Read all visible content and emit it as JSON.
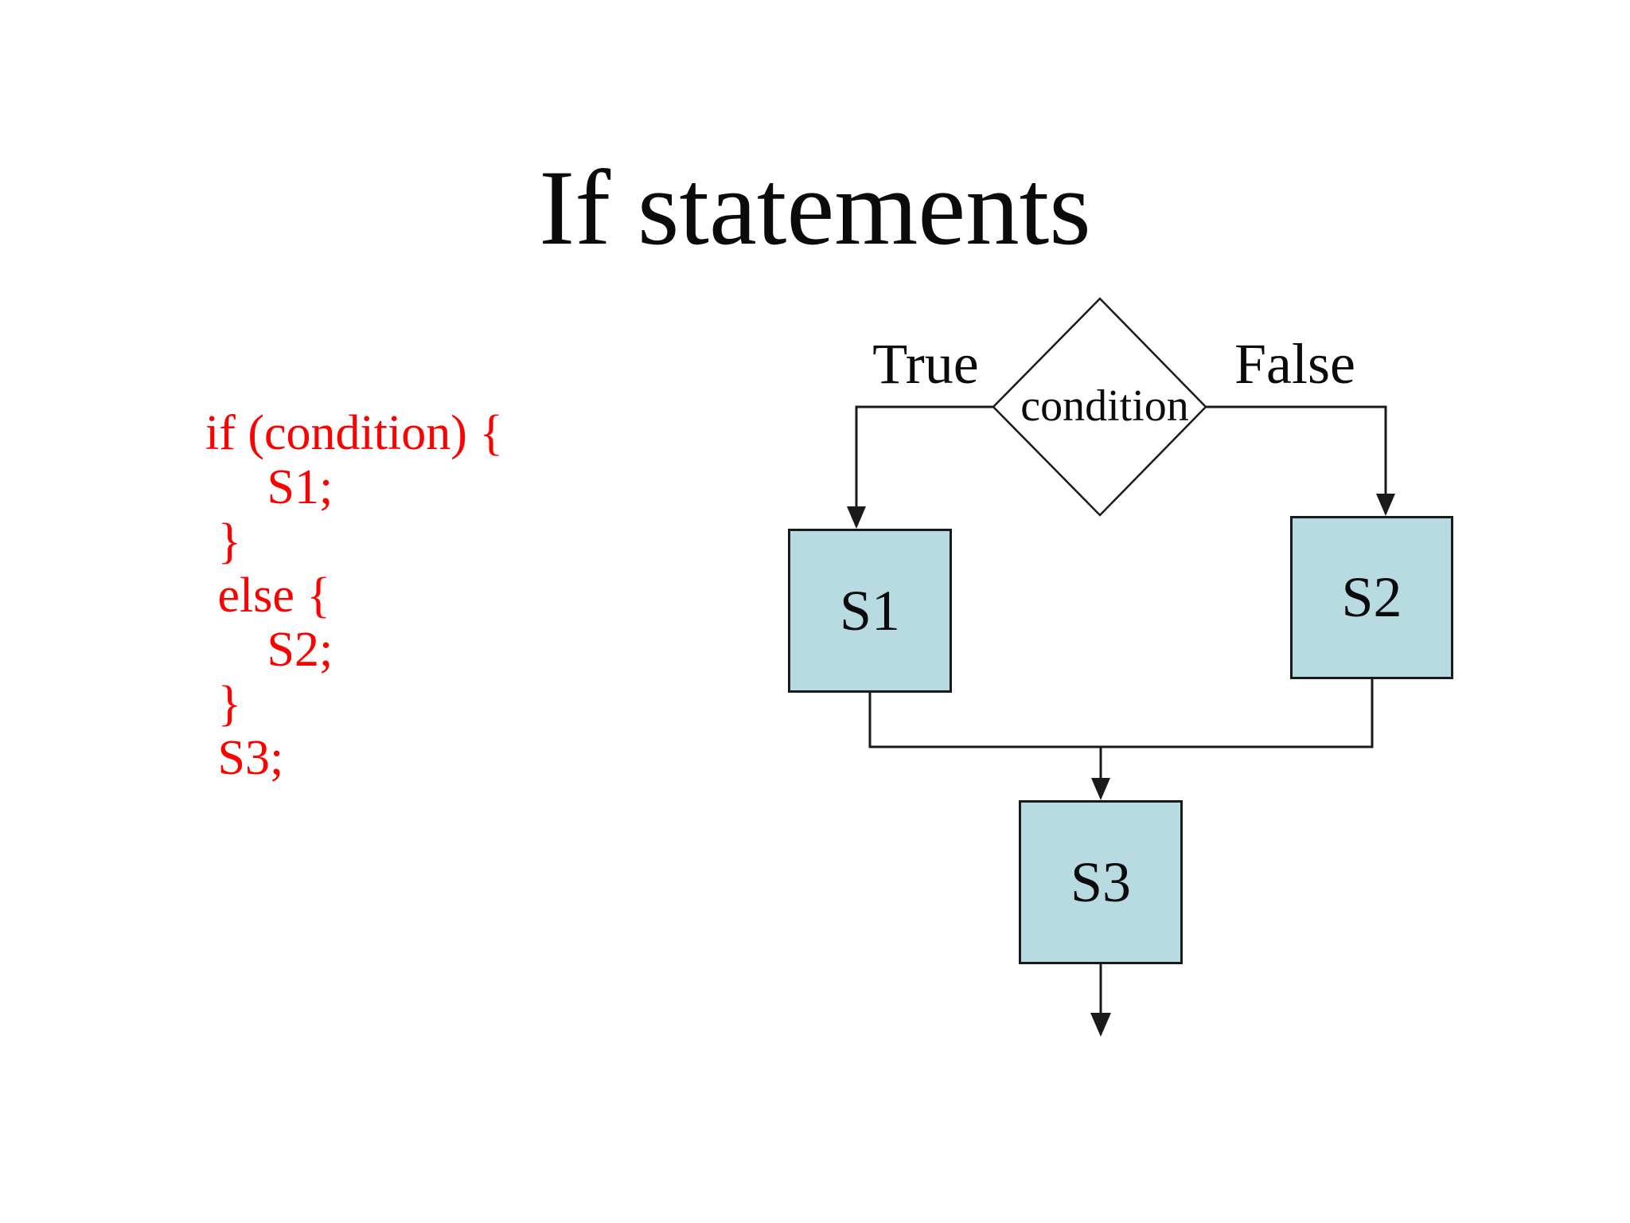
{
  "slide": {
    "title": "If statements",
    "background_color": "#ffffff",
    "text_color": "#0b0b0b"
  },
  "code": {
    "color": "#ff0000",
    "lines": [
      "if (condition) {",
      "     S1;",
      " }",
      " else {",
      "     S2;",
      " }",
      " S3;"
    ]
  },
  "flowchart": {
    "condition_label": "condition",
    "branch_labels": {
      "true": "True",
      "false": "False"
    },
    "boxes": [
      {
        "label": "S1"
      },
      {
        "label": "S2"
      },
      {
        "label": "S3"
      }
    ],
    "box_fill_color": "#b7dbe0",
    "line_color": "#1a1a1a"
  }
}
